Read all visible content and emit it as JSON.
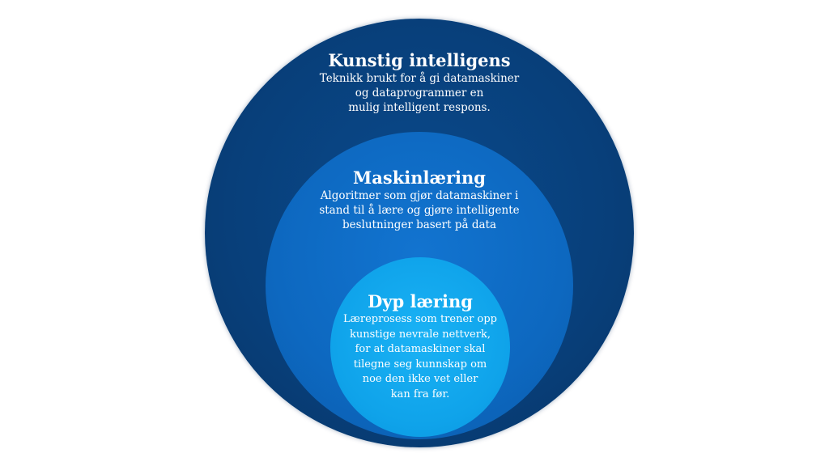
{
  "diagram": {
    "outer": {
      "title": "Kunstig intelligens",
      "description": "Teknikk brukt for å gi datamaskiner\nog dataprogrammer en\nmulig intelligent respons."
    },
    "middle": {
      "title": "Maskinlæring",
      "description": "Algoritmer som gjør datamaskiner i\nstand til å lære og gjøre intelligente\nbeslutninger basert på data"
    },
    "inner": {
      "title": "Dyp læring",
      "description": "Læreprosess som trener opp\nkunstige nevrale nettverk,\nfor at datamaskiner skal\ntilegne seg kunnskap om\nnoe den ikke vet eller\nkan fra før."
    },
    "colors": {
      "outer": "#083f7a",
      "middle": "#0d68c0",
      "inner": "#0fa3ea",
      "text": "#ffffff"
    }
  }
}
